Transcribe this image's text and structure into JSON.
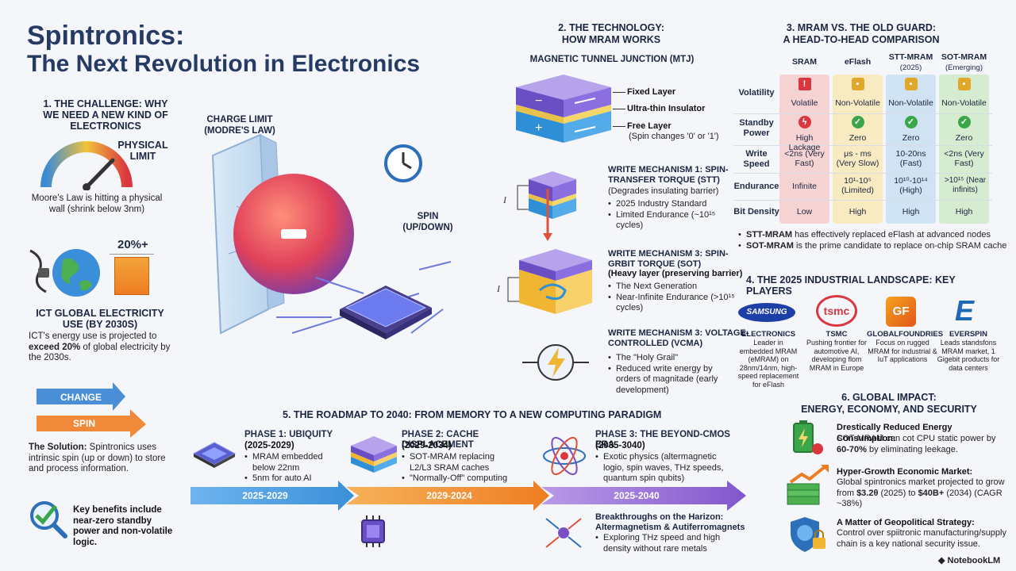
{
  "title": {
    "line1": "Spintronics:",
    "line2": "The Next Revolution in Electronics"
  },
  "challenge": {
    "heading": "1. The Challenge: Why We Need a New Kind of Electronics",
    "gauge_label": "Physical Limit",
    "moore_text": "Moore's Law is hitting a physical wall (shrink below 3nm)",
    "percent": "20%+",
    "ict_heading": "ICT Global Electricity Use (by 2030s)",
    "ict_text_pre": "ICT's energy use is projected to ",
    "ict_text_bold": "exceed 20%",
    "ict_text_post": " of global electricity by the 2030s.",
    "arrow_charge": "CHANGE",
    "arrow_spin": "SPIN",
    "solution_bold": "The Solution:",
    "solution_text": " Spintronics uses intrinsic spin (up or down) to store and process information.",
    "benefits": "Key benefits include near-zero standby power and non-volatile logic."
  },
  "center": {
    "charge_limit": "Charge Limit (Modre's Law)",
    "spin": "Spin (Up/Down)"
  },
  "technology": {
    "heading1": "2. The Technology:",
    "heading2": "How MRAM Works",
    "mtj": "Magnetic Tunnel Junction (MTJ)",
    "fixed": "Fixed Layer",
    "insulator": "Ultra-thin Insulator",
    "free": "Free Layer",
    "free_note": "(Spin changes '0' or '1')",
    "stt_title": "Write Mechanism 1: Spin-Transfer Torque (STT)",
    "stt_sub": "(Degrades insulating barrier)",
    "stt_b1": "2025 Industry Standard",
    "stt_b2": "Limited Endurance (~10¹⁵ cycles)",
    "sot_title": "Write Mechanism 3: Spin-Grbit Torque (SOT)",
    "sot_sub": "(Heavy layer (preserving barrier)",
    "sot_b1": "The Next Generation",
    "sot_b2": "Near-Infinite Endurance (>10¹⁵ cycles)",
    "vcma_title": "Write Mechanism 3: Voltage-Controlled (VCMA)",
    "vcma_b1": "The \"Holy Grail\"",
    "vcma_b2": "Reduced write energy by orders of magnitade (early development)"
  },
  "comparison": {
    "heading1": "3. MRAM vs. The Old Guard:",
    "heading2": "A Head-to-Head Comparison",
    "columns": [
      {
        "name": "SRAM",
        "sub": "",
        "color": "#f6d3d3"
      },
      {
        "name": "eFlash",
        "sub": "",
        "color": "#f8ebc2"
      },
      {
        "name": "STT-MRAM",
        "sub": "(2025)",
        "color": "#cfe3f3"
      },
      {
        "name": "SOT-MRAM",
        "sub": "(Emerging)",
        "color": "#d6ecd0"
      }
    ],
    "rows": [
      "Volatility",
      "Standby Power",
      "Write Speed",
      "Endurance",
      "Bit Density"
    ],
    "cells": [
      [
        "Volatile",
        "Non-Volatile",
        "Non-Volatile",
        "Non-Volatile"
      ],
      [
        "High Lackage",
        "Zero",
        "Zero",
        "Zero"
      ],
      [
        "<2ns (Very Fast)",
        "μs - ms (Very Slow)",
        "10-20ns (Fast)",
        "<2ns (Very Fast)"
      ],
      [
        "Infinite",
        "10¹-10⁵ (Limited)",
        "10¹⁰-10¹⁴ (High)",
        ">10¹⁵ (Near infinits)"
      ],
      [
        "Low",
        "High",
        "High",
        "High"
      ]
    ],
    "note1_bold": "STT-MRAM",
    "note1": " has effectively replaced eFlash at advanced nodes",
    "note2_bold": "SOT-MRAM",
    "note2": " is the prime candidate to replace on-chip SRAM cache"
  },
  "landscape": {
    "heading": "4. The 2025 Industrial Landscape: Key Players",
    "players": [
      {
        "logo": "SAMSUNG",
        "name": "Electronics",
        "desc": "Leader in embedded MRAM (eMRAM) on 28nm/14nm, high-speed replacement for eFlash"
      },
      {
        "logo": "tsmc",
        "name": "TSMC",
        "desc": "Pushing frontier for automotive AI, developing flom MRAM in Europe"
      },
      {
        "logo": "GF",
        "name": "GlobalFoundries",
        "desc": "Focus on rugged MRAM for industrial & IuT applications"
      },
      {
        "logo": "E",
        "name": "Everspin",
        "desc": "Leads standsfons MRAM market, 1 Gigebit products for data centers"
      }
    ]
  },
  "roadmap": {
    "heading": "5. The Roadmap to 2040: From Memory to a New Computing Paradigm",
    "p1_title": "Phase 1: Ubiquity",
    "p1_years": "(2025-2029)",
    "p1_b1": "MRAM embedded below 22nm",
    "p1_b2": "5nm for auto AI",
    "p2_title": "Phase 2: Cache Displacement",
    "p2_years": "(2029-2034)",
    "p2_b1": "SOT-MRAM replacing L2/L3 SRAM caches",
    "p2_b2": "\"Normally-Off\" computing",
    "p3_title": "Phase 3: The Beyond-CMOS Era",
    "p3_years": "(2035-3040)",
    "p3_b1": "Exotic physics (altermagnetic logio, spin waves, THz speeds, quantum spin qubits)",
    "arrow1": "2025-2029",
    "arrow2": "2029-2024",
    "arrow3": "2025-2040",
    "break_title": "Breakthroughs on the Harizon: Altermagnetism & Autiferromagnets",
    "break_b1": "Exploring THz speed and high density without rare metals"
  },
  "impact": {
    "heading1": "6. Global Impact:",
    "heading2": "Energy, Economy, and Security",
    "i1_title": "Drestically Reduced Energy Consumption:",
    "i1_pre": "SOT-MRAM can cot CPU static power by ",
    "i1_bold": "60-70%",
    "i1_post": " by eliminating leekage.",
    "i2_title": "Hyper-Growth Economic Market:",
    "i2_pre": "Global spintronics market projected to grow from ",
    "i2_b1": "$3.2θ",
    "i2_mid": " (2025) to ",
    "i2_b2": "$40B+",
    "i2_post": " (2034) (CAGR ~38%)",
    "i3_title": "A Matter of Geopolitical Strategy:",
    "i3_text": "Control over spiitronic manufacturing/supply chain is a key national security issue."
  },
  "footer": {
    "brand": "NotebookLM"
  },
  "icons": [
    "gauge-icon",
    "plug-icon",
    "globe-icon",
    "check-magnifier-icon",
    "clock-icon",
    "sphere-icon",
    "chip-icon",
    "battery-icon",
    "money-icon",
    "shield-globe-icon",
    "atom-icon",
    "warning-icon",
    "lock-icon",
    "check-icon",
    "lightning-icon"
  ]
}
